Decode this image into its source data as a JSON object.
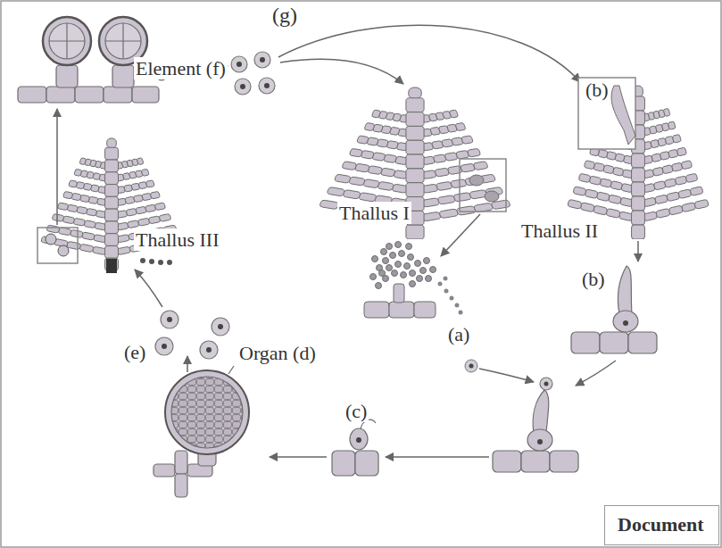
{
  "diagram": {
    "nodes": [
      {
        "text": [
          "Document"
        ]
      }
    ],
    "labels": [
      "(g)",
      "Element (f)",
      "(b)",
      "Thallus I",
      "Thallus II",
      "Thallus III",
      "(b)",
      "(a)",
      "(e)",
      "Organ (d)",
      "(c)"
    ]
  }
}
